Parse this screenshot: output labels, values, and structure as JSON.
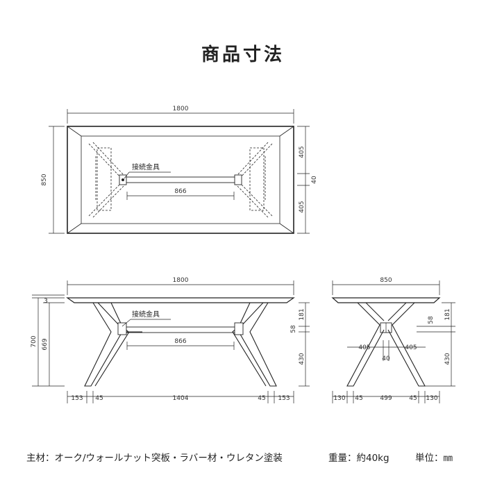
{
  "title": "商品寸法",
  "top_view": {
    "width": "1800",
    "depth": "850",
    "right_upper": "405",
    "right_mid": "40",
    "right_lower": "405",
    "connector_label": "接続金具",
    "connector_span": "866"
  },
  "side_view": {
    "width": "1800",
    "top_thickness": "3",
    "height": "700",
    "leg_height": "669",
    "connector_label": "接続金具",
    "connector_span": "866",
    "right_58": "58",
    "right_181": "181",
    "right_430": "430",
    "bottom": [
      "153",
      "45",
      "1404",
      "45",
      "153"
    ]
  },
  "end_view": {
    "width": "850",
    "right_58": "58",
    "right_181": "181",
    "right_430": "430",
    "left_405": "405",
    "right_405": "405",
    "center_40": "40",
    "bottom": [
      "130",
      "45",
      "499",
      "45",
      "130"
    ]
  },
  "footer": {
    "materials": "主材：オーク/ウォールナット突板・ラバー材・ウレタン塗装",
    "weight": "重量：約40kg",
    "unit": "単位：㎜"
  }
}
